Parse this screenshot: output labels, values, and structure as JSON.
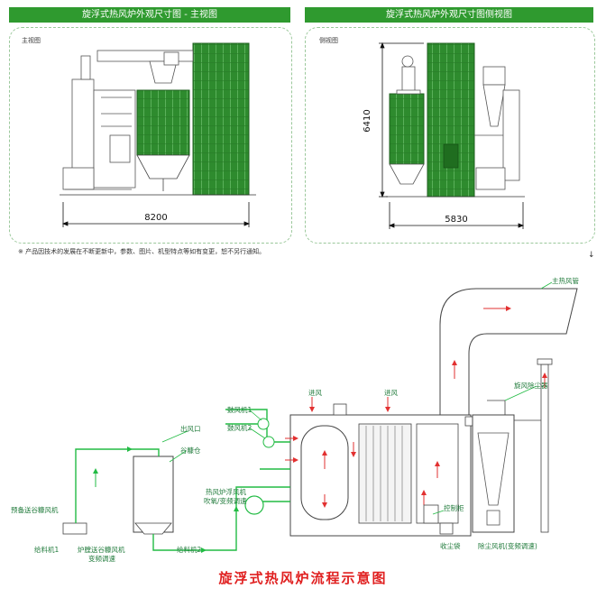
{
  "banners": {
    "front": "旋浮式热风炉外观尺寸图 - 主视图",
    "side": "旋浮式热风炉外观尺寸图侧视图"
  },
  "panels": {
    "front_label": "主视图",
    "side_label": "侧视图",
    "front_width": "8200",
    "side_width": "5830",
    "side_height": "6410"
  },
  "note": "※ 产品因技术的发展在不断更新中，参数、图片、机型特点等如有变更，恕不另行通知。",
  "mark": "↓",
  "flow": {
    "title": "旋浮式热风炉流程示意图",
    "labels": {
      "main_duct": "主热风管",
      "air_in_1": "进风",
      "air_in_2": "进风",
      "blower_1": "鼓风机1",
      "blower_2": "鼓风机2",
      "outlet": "出风口",
      "hopper": "谷糠仓",
      "cyclone": "旋风除尘器",
      "preset_fan": "预备送谷糠风机",
      "feeder_1": "给料机1",
      "feeder_2": "给料机2",
      "furnace_fan": "炉膛送谷糠风机",
      "furnace_fan_sub": "变频调速",
      "float_fan": "热风炉浮风机",
      "float_fan_sub": "吹氧/变频调速",
      "control": "控制柜",
      "ash_bag": "收尘袋",
      "dust_fan": "除尘风机(变频调速)"
    }
  }
}
